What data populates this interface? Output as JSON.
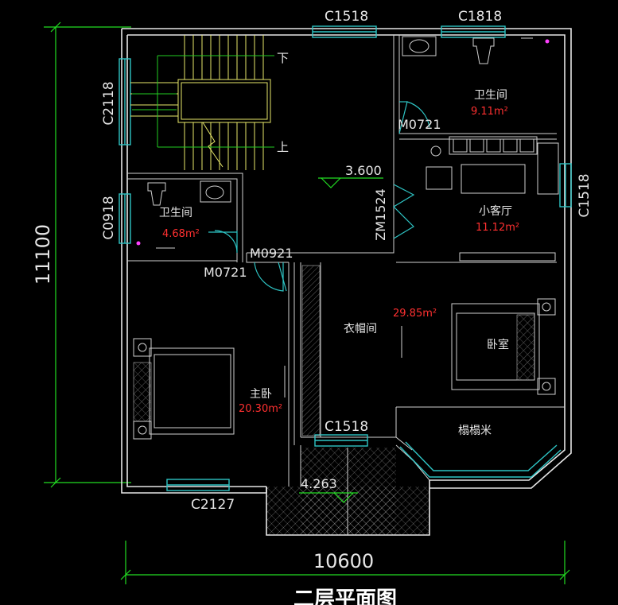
{
  "plan": {
    "title": "二层平面图",
    "dims": {
      "width": "10600",
      "height": "11100"
    },
    "windows": {
      "top_mid": "C1518",
      "top_right": "C1818",
      "left_upper": "C2118",
      "left_lower": "C0918",
      "right": "C1518",
      "bottom_left": "C2127",
      "bottom_mid": "C1518"
    },
    "doors": {
      "bath_right": "M0721",
      "bath_left": "M0921",
      "master": "M0721",
      "sliding": "ZM1524"
    },
    "levels": {
      "main": "3.600",
      "terrace": "4.263"
    },
    "rooms": {
      "bath_top": {
        "name": "卫生间",
        "area": "9.11m²"
      },
      "bath_left": {
        "name": "卫生间",
        "area": "4.68m²"
      },
      "living": {
        "name": "小客厅",
        "area": "11.12m²"
      },
      "closet": {
        "name": "衣帽间",
        "area": "29.85m²"
      },
      "bedroom": {
        "name": "卧室"
      },
      "master": {
        "name": "主卧",
        "area": "20.30m²"
      },
      "tatami": {
        "name": "榻榻米"
      }
    },
    "stairs": {
      "down": "下",
      "up": "上"
    }
  }
}
